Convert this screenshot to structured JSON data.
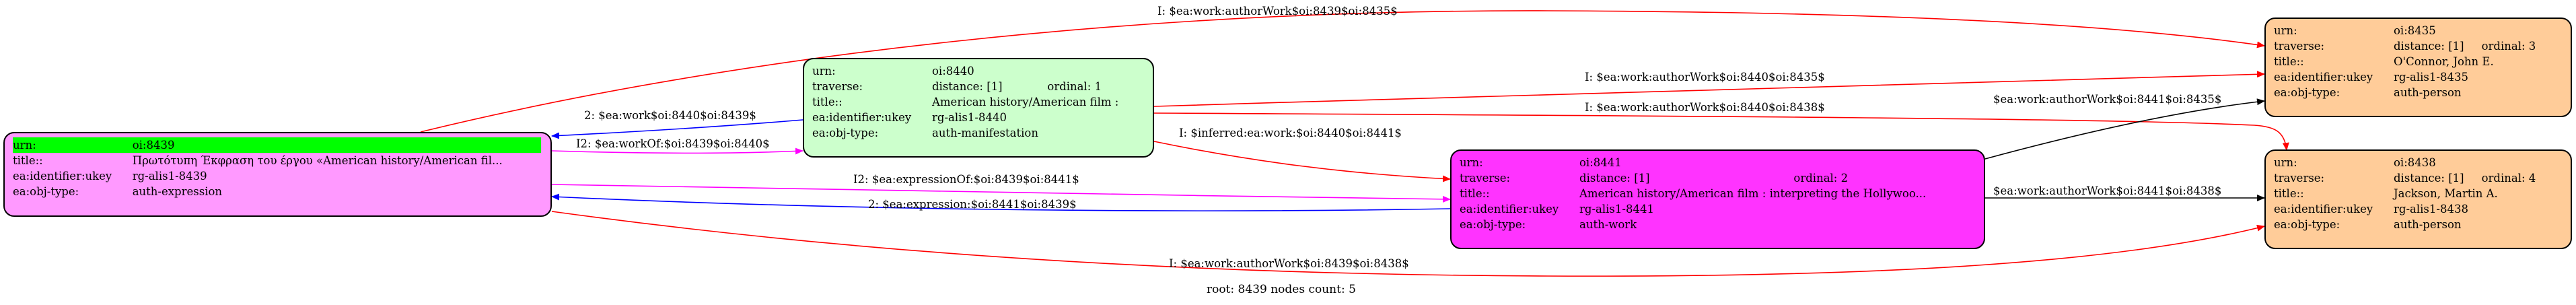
{
  "nodes": {
    "n8439": {
      "rows": [
        {
          "k": "urn:",
          "v": "oi:8439",
          "extra": ""
        },
        {
          "k": "title::",
          "v": "Πρωτότυπη Έκφραση του έργου «American history/American fil...",
          "extra": ""
        },
        {
          "k": "ea:identifier:ukey",
          "v": "rg-alis1-8439",
          "extra": ""
        },
        {
          "k": "ea:obj-type:",
          "v": "auth-expression",
          "extra": ""
        }
      ],
      "color": "#ff99ff"
    },
    "n8440": {
      "rows": [
        {
          "k": "urn:",
          "v": "oi:8440",
          "extra": ""
        },
        {
          "k": "traverse:",
          "v": "distance: [1]",
          "extra": "ordinal: 1"
        },
        {
          "k": "title::",
          "v": "American history/American film :",
          "extra": ""
        },
        {
          "k": "ea:identifier:ukey",
          "v": "rg-alis1-8440",
          "extra": ""
        },
        {
          "k": "ea:obj-type:",
          "v": "auth-manifestation",
          "extra": ""
        }
      ],
      "color": "#ccffcc"
    },
    "n8441": {
      "rows": [
        {
          "k": "urn:",
          "v": "oi:8441",
          "extra": ""
        },
        {
          "k": "traverse:",
          "v": "distance: [1]",
          "extra": "ordinal: 2"
        },
        {
          "k": "title::",
          "v": "American history/American film : interpreting the Hollywoo...",
          "extra": ""
        },
        {
          "k": "ea:identifier:ukey",
          "v": "rg-alis1-8441",
          "extra": ""
        },
        {
          "k": "ea:obj-type:",
          "v": "auth-work",
          "extra": ""
        }
      ],
      "color": "#ff33ff"
    },
    "n8435": {
      "rows": [
        {
          "k": "urn:",
          "v": "oi:8435",
          "extra": ""
        },
        {
          "k": "traverse:",
          "v": "distance: [1]",
          "extra": "ordinal: 3"
        },
        {
          "k": "title::",
          "v": "O'Connor, John E.",
          "extra": ""
        },
        {
          "k": "ea:identifier:ukey",
          "v": "rg-alis1-8435",
          "extra": ""
        },
        {
          "k": "ea:obj-type:",
          "v": "auth-person",
          "extra": ""
        }
      ],
      "color": "#ffcc99"
    },
    "n8438": {
      "rows": [
        {
          "k": "urn:",
          "v": "oi:8438",
          "extra": ""
        },
        {
          "k": "traverse:",
          "v": "distance: [1]",
          "extra": "ordinal: 4"
        },
        {
          "k": "title::",
          "v": "Jackson, Martin A.",
          "extra": ""
        },
        {
          "k": "ea:identifier:ukey",
          "v": "rg-alis1-8438",
          "extra": ""
        },
        {
          "k": "ea:obj-type:",
          "v": "auth-person",
          "extra": ""
        }
      ],
      "color": "#ffcc99"
    }
  },
  "edges": [
    {
      "id": "e1",
      "label": "I: $ea:work:authorWork$oi:8439$oi:8435$",
      "color": "#ff0000"
    },
    {
      "id": "e2",
      "label": "I: $ea:work:authorWork$oi:8440$oi:8435$",
      "color": "#ff0000"
    },
    {
      "id": "e3",
      "label": "I: $ea:work:authorWork$oi:8440$oi:8438$",
      "color": "#ff0000"
    },
    {
      "id": "e4",
      "label": "2: $ea:work$oi:8440$oi:8439$",
      "color": "#0000ff"
    },
    {
      "id": "e5",
      "label": "I2: $ea:workOf:$oi:8439$oi:8440$",
      "color": "#ff00ff"
    },
    {
      "id": "e6",
      "label": "I: $inferred:ea:work:$oi:8440$oi:8441$",
      "color": "#ff0000"
    },
    {
      "id": "e7",
      "label": "I2: $ea:expressionOf:$oi:8439$oi:8441$",
      "color": "#ff00ff"
    },
    {
      "id": "e8",
      "label": "2: $ea:expression:$oi:8441$oi:8439$",
      "color": "#0000ff"
    },
    {
      "id": "e9",
      "label": "$ea:work:authorWork$oi:8441$oi:8435$",
      "color": "#000000"
    },
    {
      "id": "e10",
      "label": "$ea:work:authorWork$oi:8441$oi:8438$",
      "color": "#000000"
    },
    {
      "id": "e11",
      "label": "I: $ea:work:authorWork$oi:8439$oi:8438$",
      "color": "#ff0000"
    }
  ],
  "footer": "root: 8439 nodes count: 5"
}
